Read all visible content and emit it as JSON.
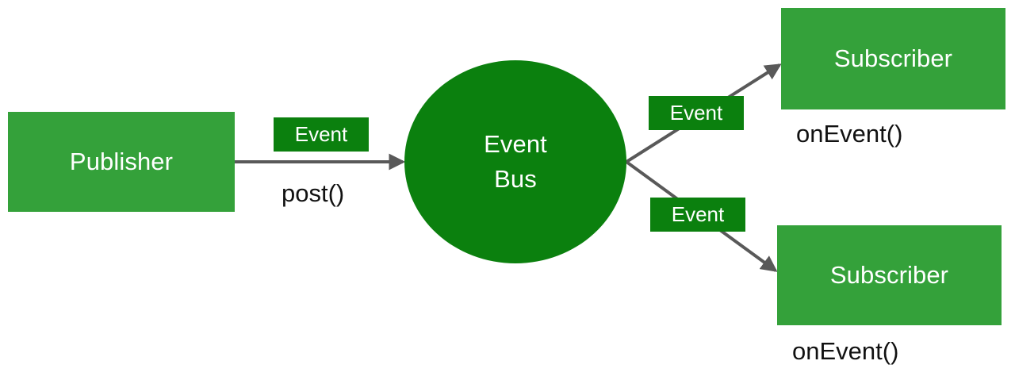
{
  "diagram": {
    "title": "Event Bus publish-subscribe diagram",
    "colors": {
      "box_green": "#34A13A",
      "tag_green": "#0B800E",
      "circle_green": "#0B800E",
      "arrow_gray": "#595959",
      "node_text": "#FFFFFF",
      "caption_text": "#111111",
      "background": "#FFFFFF"
    },
    "nodes": {
      "publisher": {
        "label": "Publisher"
      },
      "event_bus": {
        "label_line1": "Event",
        "label_line2": "Bus"
      },
      "subscriber_top": {
        "label": "Subscriber"
      },
      "subscriber_bottom": {
        "label": "Subscriber"
      }
    },
    "tags": {
      "event_publish": "Event",
      "event_to_top": "Event",
      "event_to_bottom": "Event"
    },
    "captions": {
      "post": "post()",
      "on_event_top": "onEvent()",
      "on_event_bottom": "onEvent()"
    },
    "edges": [
      {
        "name": "publisher-to-bus",
        "from": "publisher",
        "to": "event_bus",
        "label": "Event",
        "method": "post()"
      },
      {
        "name": "bus-to-subscriber-top",
        "from": "event_bus",
        "to": "subscriber_top",
        "label": "Event",
        "method": "onEvent()"
      },
      {
        "name": "bus-to-subscriber-bottom",
        "from": "event_bus",
        "to": "subscriber_bottom",
        "label": "Event",
        "method": "onEvent()"
      }
    ]
  }
}
